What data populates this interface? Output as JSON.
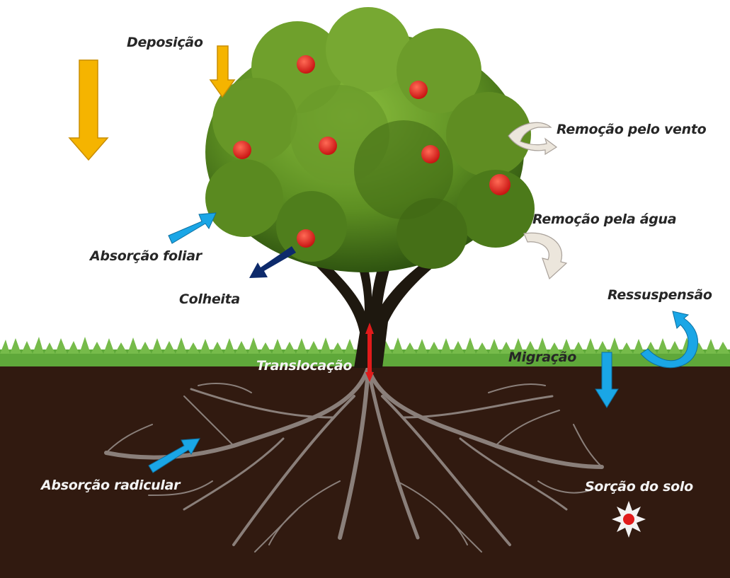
{
  "labels": {
    "deposicao": "Deposição",
    "remocao_vento": "Remoção pelo vento",
    "remocao_agua": "Remoção pela água",
    "absorcao_foliar": "Absorção foliar",
    "colheita": "Colheita",
    "ressuspensao": "Ressuspensão",
    "translocacao": "Translocação",
    "migracao": "Migração",
    "absorcao_radicular": "Absorção radicular",
    "sorcao_solo": "Sorção do solo"
  },
  "colors": {
    "deposition_arrow": "#f5b400",
    "blue_arrow": "#1aa6e6",
    "harvest_arrow": "#0d2a6b",
    "removal_arrow": "#ece6dc",
    "translocation_arrow": "#e01b1b",
    "grass": "#5fa83a",
    "soil": "#2b160e",
    "roots": "#8a7f7a",
    "foliage": "#5f8e24",
    "fruit": "#e01b1b"
  }
}
